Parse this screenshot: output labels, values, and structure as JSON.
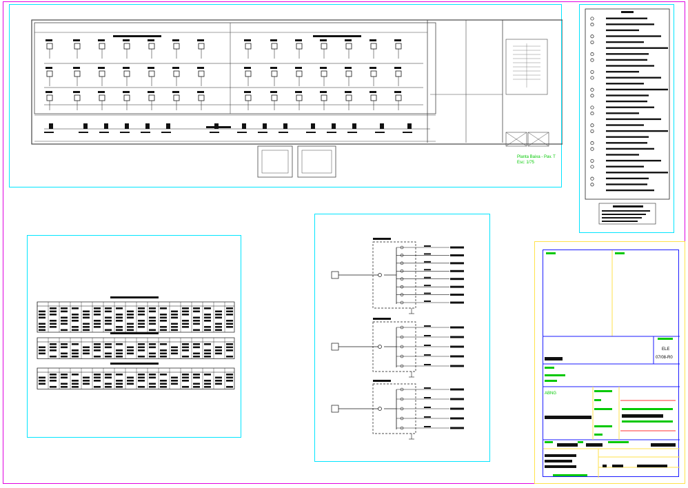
{
  "floor_plan": {
    "title": "Planta Baixa - Pav. T",
    "scale": "Esc: 1/75"
  },
  "title_block": {
    "discipline": "ELE",
    "sheet_number": "07/08-R0",
    "field_label": "ABNG"
  },
  "colors": {
    "frame_cyan": "#00e5ff",
    "frame_magenta": "#e000e0",
    "frame_yellow": "#ffe24a",
    "title_blue": "#1a1aff",
    "label_green": "#00c800",
    "title_red": "#ff3030"
  }
}
